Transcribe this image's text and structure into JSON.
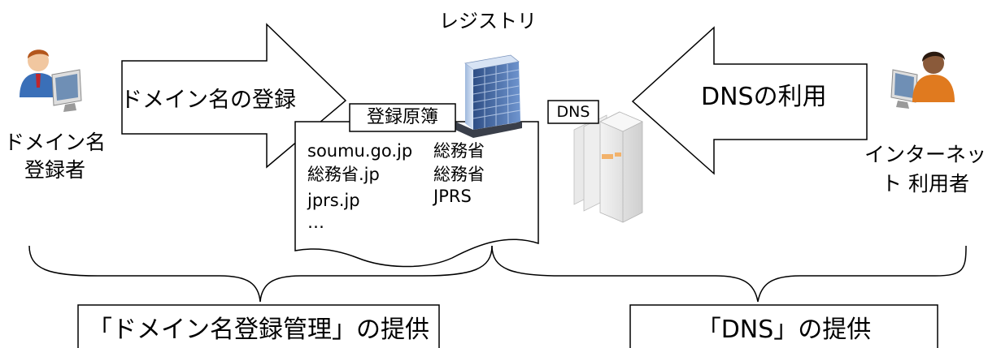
{
  "registry": {
    "title": "レジストリ"
  },
  "registrant": {
    "label": "ドメイン名 登録者"
  },
  "internet_user": {
    "label": "インターネッ ト 利用者"
  },
  "arrows": {
    "registration": "ドメイン名の登録",
    "dns_usage": "DNSの利用"
  },
  "ledger": {
    "title": "登録原簿",
    "rows": [
      {
        "domain": "soumu.go.jp",
        "owner": "総務省"
      },
      {
        "domain": "総務省.jp",
        "owner": "総務省"
      },
      {
        "domain": "jprs.jp",
        "owner": "JPRS"
      },
      {
        "domain": "…",
        "owner": ""
      }
    ]
  },
  "dns_server": {
    "tag": "DNS"
  },
  "services": {
    "domain_management": "「ドメイン名登録管理」の提供",
    "dns": "「DNS」の提供"
  },
  "colors": {
    "building_glass": "#5b7fb8",
    "building_light": "#c9d8ee",
    "person_registrant_shirt": "#3a6fb8",
    "person_user_shirt": "#e07a1f",
    "server_gray": "#d9d9d9",
    "server_accent": "#f2b26b"
  }
}
